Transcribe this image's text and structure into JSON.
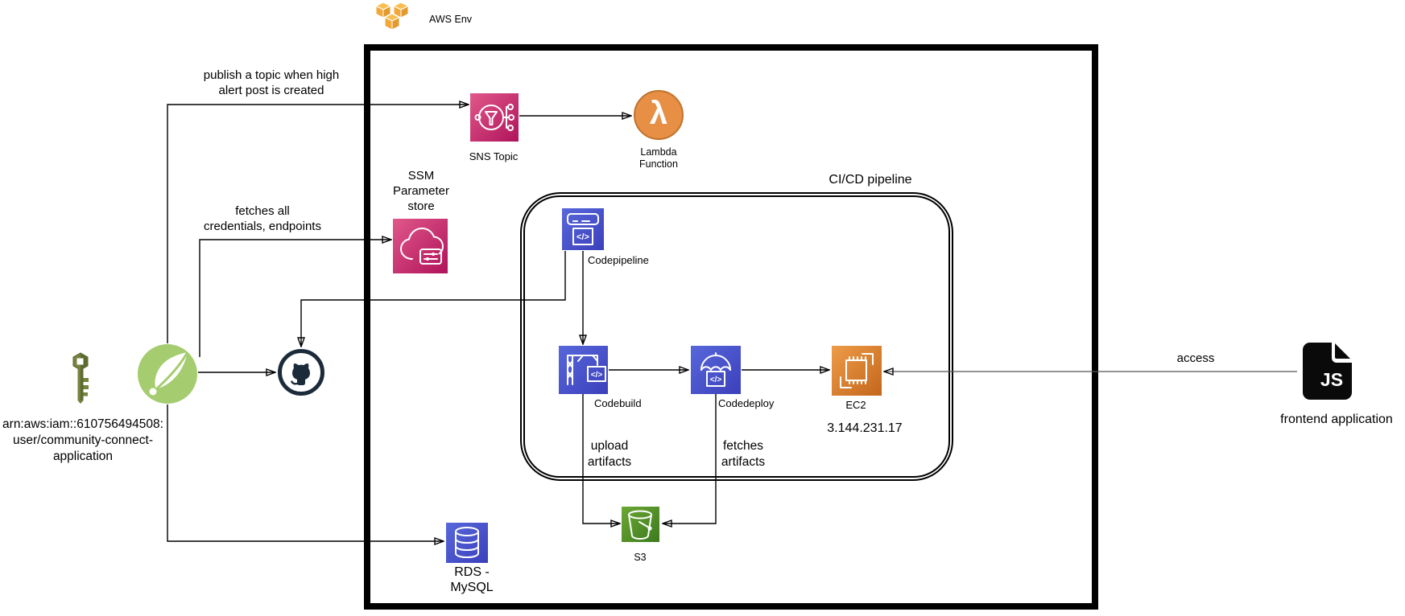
{
  "diagram": {
    "aws_env": {
      "label": "AWS Env"
    },
    "cicd": {
      "label": "CI/CD pipeline"
    },
    "nodes": {
      "sns": {
        "label": "SNS Topic"
      },
      "lambda": {
        "glyph": "λ",
        "label_line1": "Lambda",
        "label_line2": "Function"
      },
      "ssm": {
        "label_line1": "SSM",
        "label_line2": "Parameter",
        "label_line3": "store"
      },
      "codepipeline": {
        "label": "Codepipeline",
        "glyph_code": "</>"
      },
      "codebuild": {
        "label": "Codebuild",
        "glyph_code": "</>"
      },
      "codedeploy": {
        "label": "Codedeploy",
        "glyph_code": "</>"
      },
      "ec2": {
        "label": "EC2",
        "ip": "3.144.231.17"
      },
      "s3": {
        "label": "S3"
      },
      "rds": {
        "label_line1": "RDS -",
        "label_line2": "MySQL"
      },
      "iam_key": {
        "arn_line1": "arn:aws:iam::610756494508:",
        "arn_line2": "user/community-connect-",
        "arn_line3": "application"
      },
      "js": {
        "glyph": "JS",
        "label": "frontend application"
      }
    },
    "edges": {
      "publish_topic": {
        "label_line1": "publish a topic when high",
        "label_line2": "alert post is created"
      },
      "fetch_credentials": {
        "label_line1": "fetches all",
        "label_line2": "credentials, endpoints"
      },
      "upload_artifacts": {
        "label_line1": "upload",
        "label_line2": "artifacts"
      },
      "fetch_artifacts": {
        "label_line1": "fetches",
        "label_line2": "artifacts"
      },
      "access": {
        "label": "access"
      }
    },
    "colors": {
      "pink_start": "#e0588a",
      "pink_end": "#b0135b",
      "blue_start": "#5767db",
      "blue_end": "#3c40bb",
      "orange_start": "#ed9c49",
      "orange_end": "#c4661b",
      "green_start": "#6ca833",
      "green_end": "#3c7a1f",
      "lambda_fill": "#e68f45",
      "spring_green": "#a5cc6f",
      "github_navy": "#1b2b3a",
      "key_olive": "#76833f",
      "aws_orange": "#f0a83b"
    }
  }
}
